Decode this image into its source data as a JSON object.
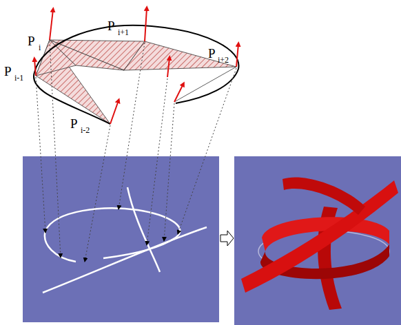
{
  "diagram": {
    "labels": [
      "P",
      "i",
      "P",
      "i+1",
      "P",
      "i+2",
      "P",
      "i-1",
      "P",
      "i-2"
    ]
  }
}
